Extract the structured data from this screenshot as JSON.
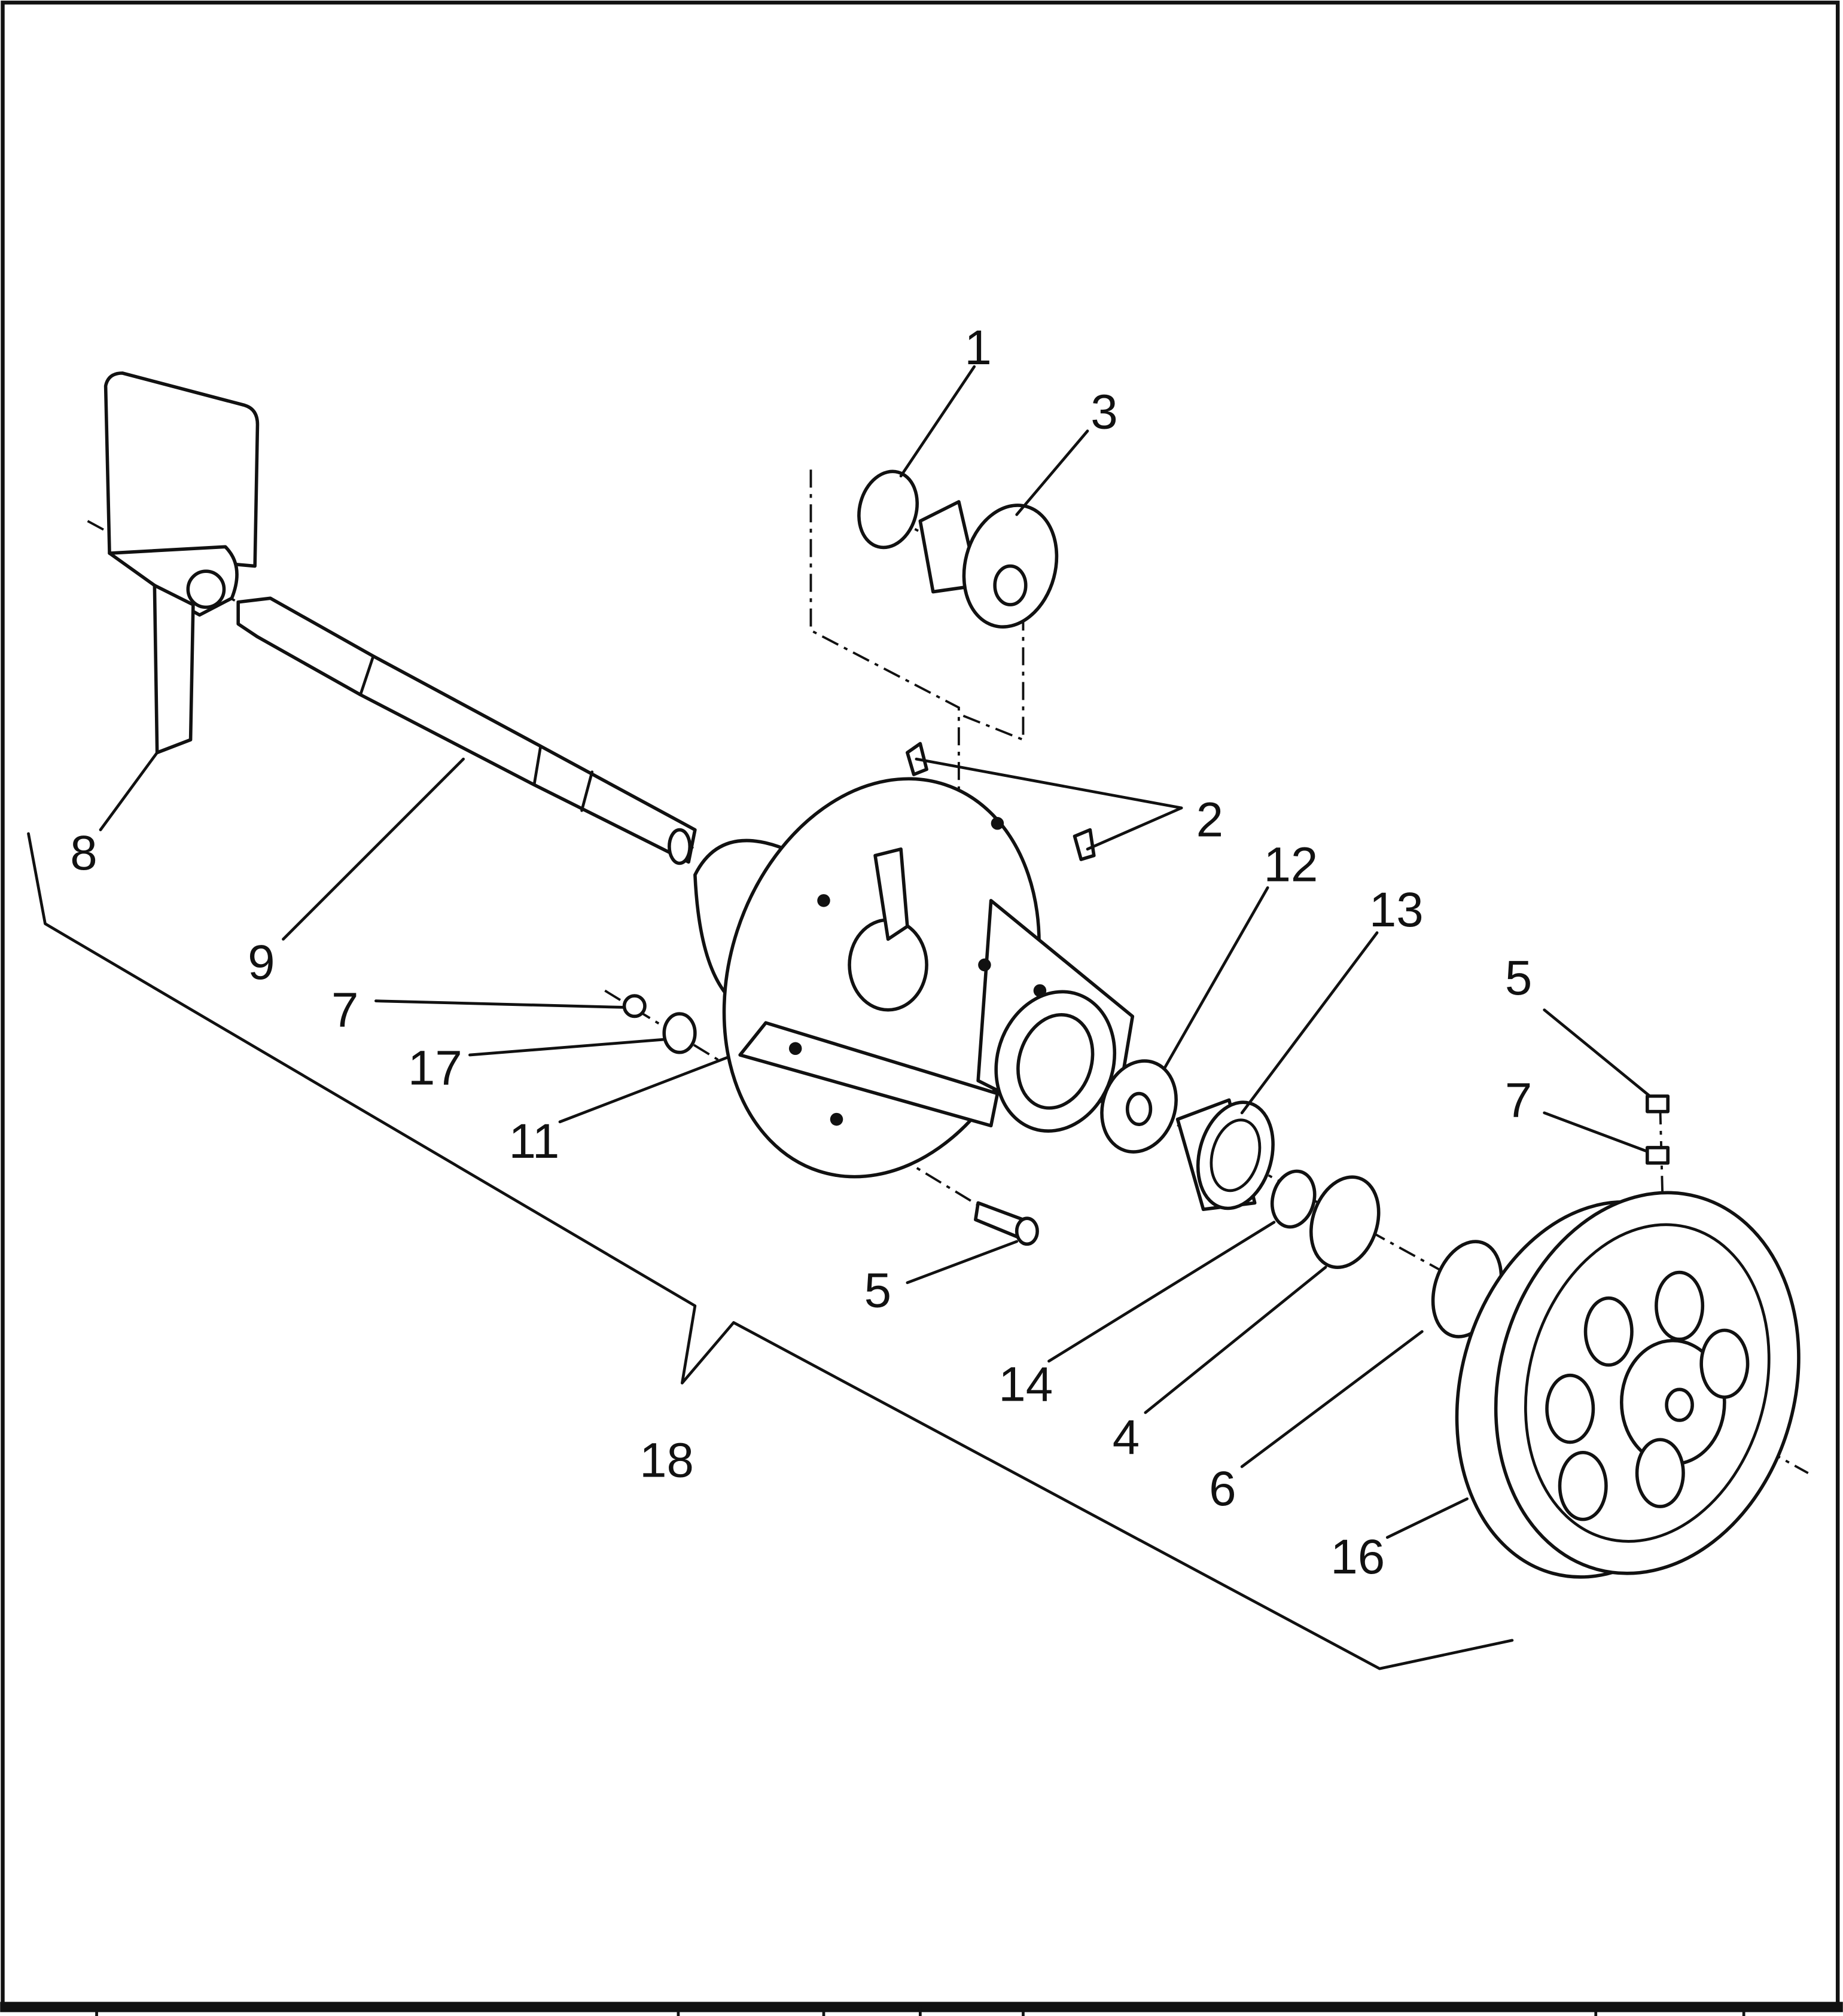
{
  "diagram": {
    "type": "exploded parts diagram",
    "callouts": {
      "c1": "1",
      "c2": "2",
      "c3": "3",
      "c4": "4",
      "c5_right": "5",
      "c5_mid": "5",
      "c6": "6",
      "c7_right": "7",
      "c7_left": "7",
      "c8": "8",
      "c9": "9",
      "c11": "11",
      "c12": "12",
      "c13": "13",
      "c14": "14",
      "c16": "16",
      "c17": "17",
      "c18": "18"
    }
  }
}
